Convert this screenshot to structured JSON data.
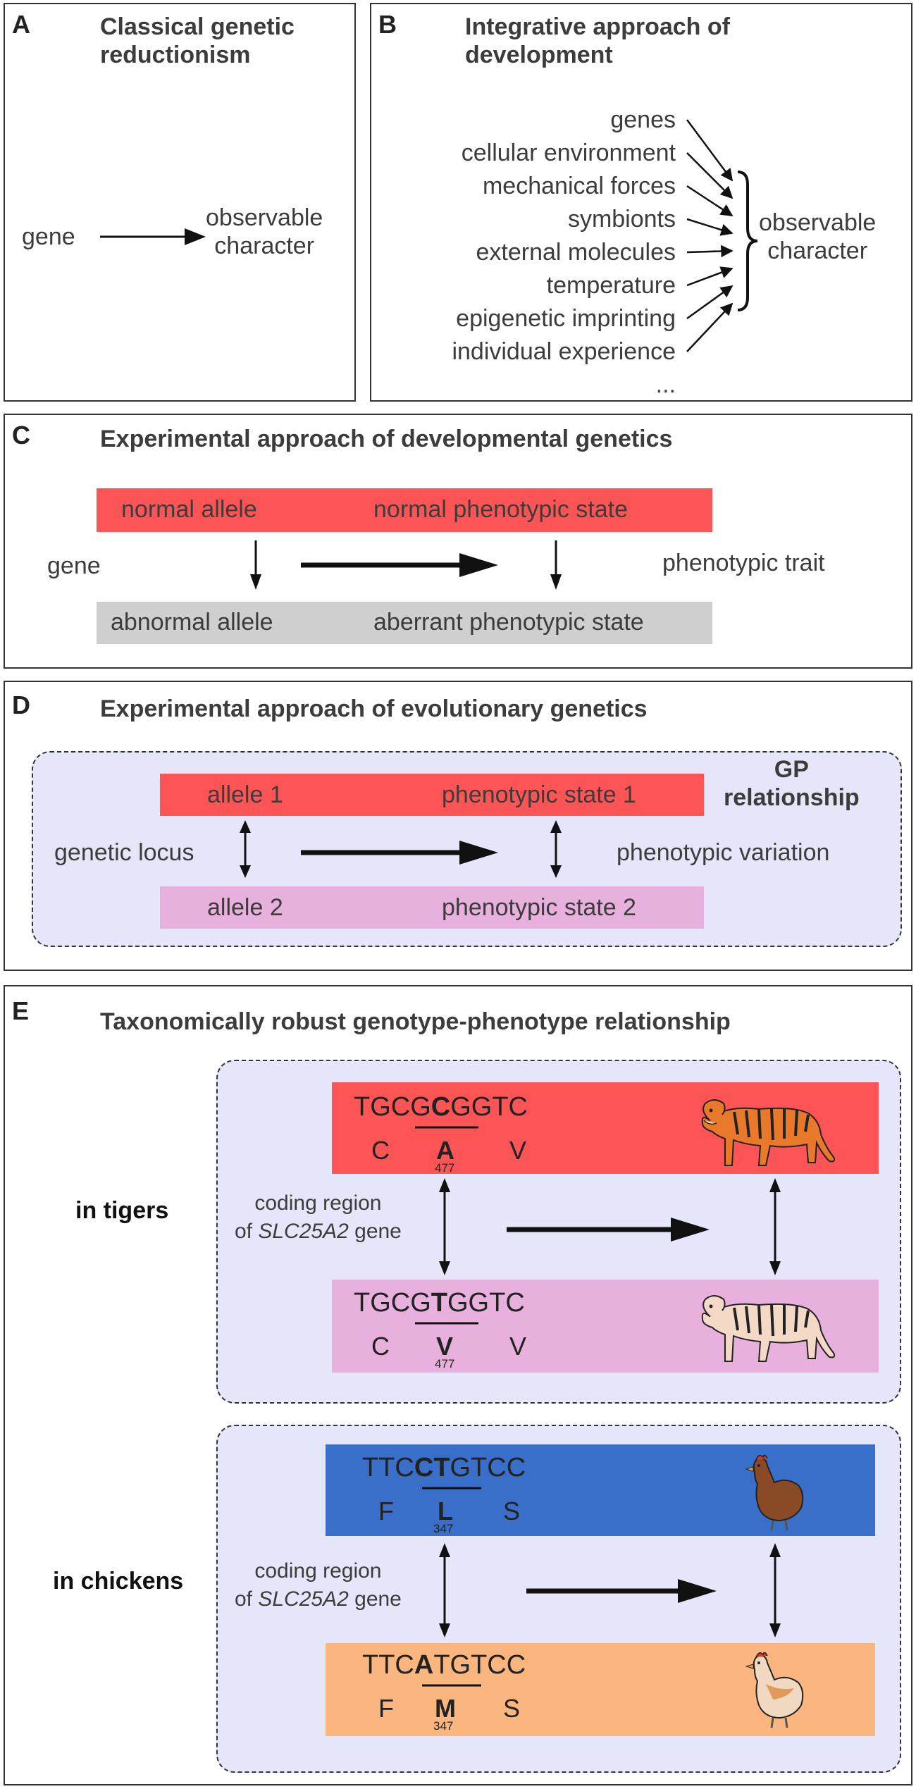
{
  "panel_a": {
    "letter": "A",
    "title_line1": "Classical genetic",
    "title_line2": "reductionism",
    "gene": "gene",
    "observable_line1": "observable",
    "observable_line2": "character"
  },
  "panel_b": {
    "letter": "B",
    "title_line1": "Integrative approach of",
    "title_line2": "development",
    "factors": [
      "genes",
      "cellular environment",
      "mechanical forces",
      "symbionts",
      "external molecules",
      "temperature",
      "epigenetic imprinting",
      "individual experience",
      "..."
    ],
    "observable_line1": "observable",
    "observable_line2": "character"
  },
  "panel_c": {
    "letter": "C",
    "title": "Experimental approach of developmental genetics",
    "normal_allele": "normal allele",
    "normal_state": "normal phenotypic state",
    "gene": "gene",
    "trait": "phenotypic trait",
    "abnormal_allele": "abnormal allele",
    "aberrant_state": "aberrant phenotypic state"
  },
  "panel_d": {
    "letter": "D",
    "title": "Experimental approach of evolutionary genetics",
    "gp_line1": "GP",
    "gp_line2": "relationship",
    "allele1": "allele 1",
    "state1": "phenotypic state 1",
    "locus": "genetic locus",
    "variation": "phenotypic variation",
    "allele2": "allele 2",
    "state2": "phenotypic state 2"
  },
  "panel_e": {
    "letter": "E",
    "title": "Taxonomically robust genotype-phenotype relationship",
    "tigers": {
      "label": "in tigers",
      "coding_line1": "coding region",
      "coding_of": "of ",
      "coding_gene": "SLC25A2",
      "coding_suffix": " gene",
      "seq1": {
        "pre": "TGCG",
        "mid": "C",
        "post": "GGTC",
        "aa_left": "C",
        "aa_mid": "A",
        "aa_right": "V",
        "pos": "477"
      },
      "seq2": {
        "pre": "TGCG",
        "mid": "T",
        "post": "GGTC",
        "aa_left": "C",
        "aa_mid": "V",
        "aa_right": "V",
        "pos": "477"
      }
    },
    "chickens": {
      "label": "in chickens",
      "coding_line1": "coding region",
      "coding_of": "of ",
      "coding_gene": "SLC25A2",
      "coding_suffix": " gene",
      "seq1": {
        "pre": "TTC",
        "mid": "CT",
        "post": "GTCC",
        "aa_left": "F",
        "aa_mid": "L",
        "aa_right": "S",
        "pos": "347"
      },
      "seq2": {
        "pre": "TTC",
        "mid": "A",
        "post": "TGTCC",
        "aa_left": "F",
        "aa_mid": "M",
        "aa_right": "S",
        "pos": "347"
      }
    }
  },
  "colors": {
    "red": "#fd5555",
    "pink": "#e8b0dc",
    "gray": "#cfcfcf",
    "blue": "#3a6fc9",
    "orange": "#fbb680",
    "lavender": "#e6e6fb"
  }
}
